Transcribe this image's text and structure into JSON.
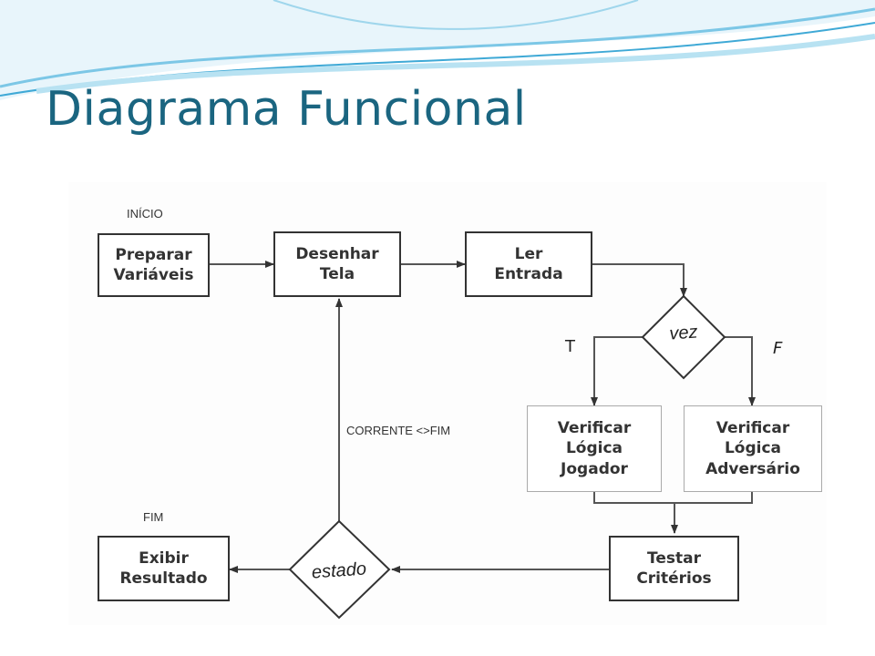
{
  "slide": {
    "title": "Diagrama Funcional"
  },
  "colors": {
    "title": "#1a6580",
    "lines": "#333333",
    "wave": "#3fa9d6"
  },
  "diagram": {
    "start_label": "INÍCIO",
    "end_label": "FIM",
    "loop_label": "CORRENTE <>FIM",
    "true_label": "T",
    "false_label": "F",
    "nodes": {
      "preparar": "Preparar\nVariáveis",
      "desenhar": "Desenhar\nTela",
      "ler": "Ler\nEntrada",
      "vez": "vez",
      "verificar_jogador": "Verificar\nLógica\nJogador",
      "verificar_adversario": "Verificar\nLógica\nAdversário",
      "testar": "Testar\nCritérios",
      "estado": "estado",
      "exibir": "Exibir\nResultado"
    }
  }
}
